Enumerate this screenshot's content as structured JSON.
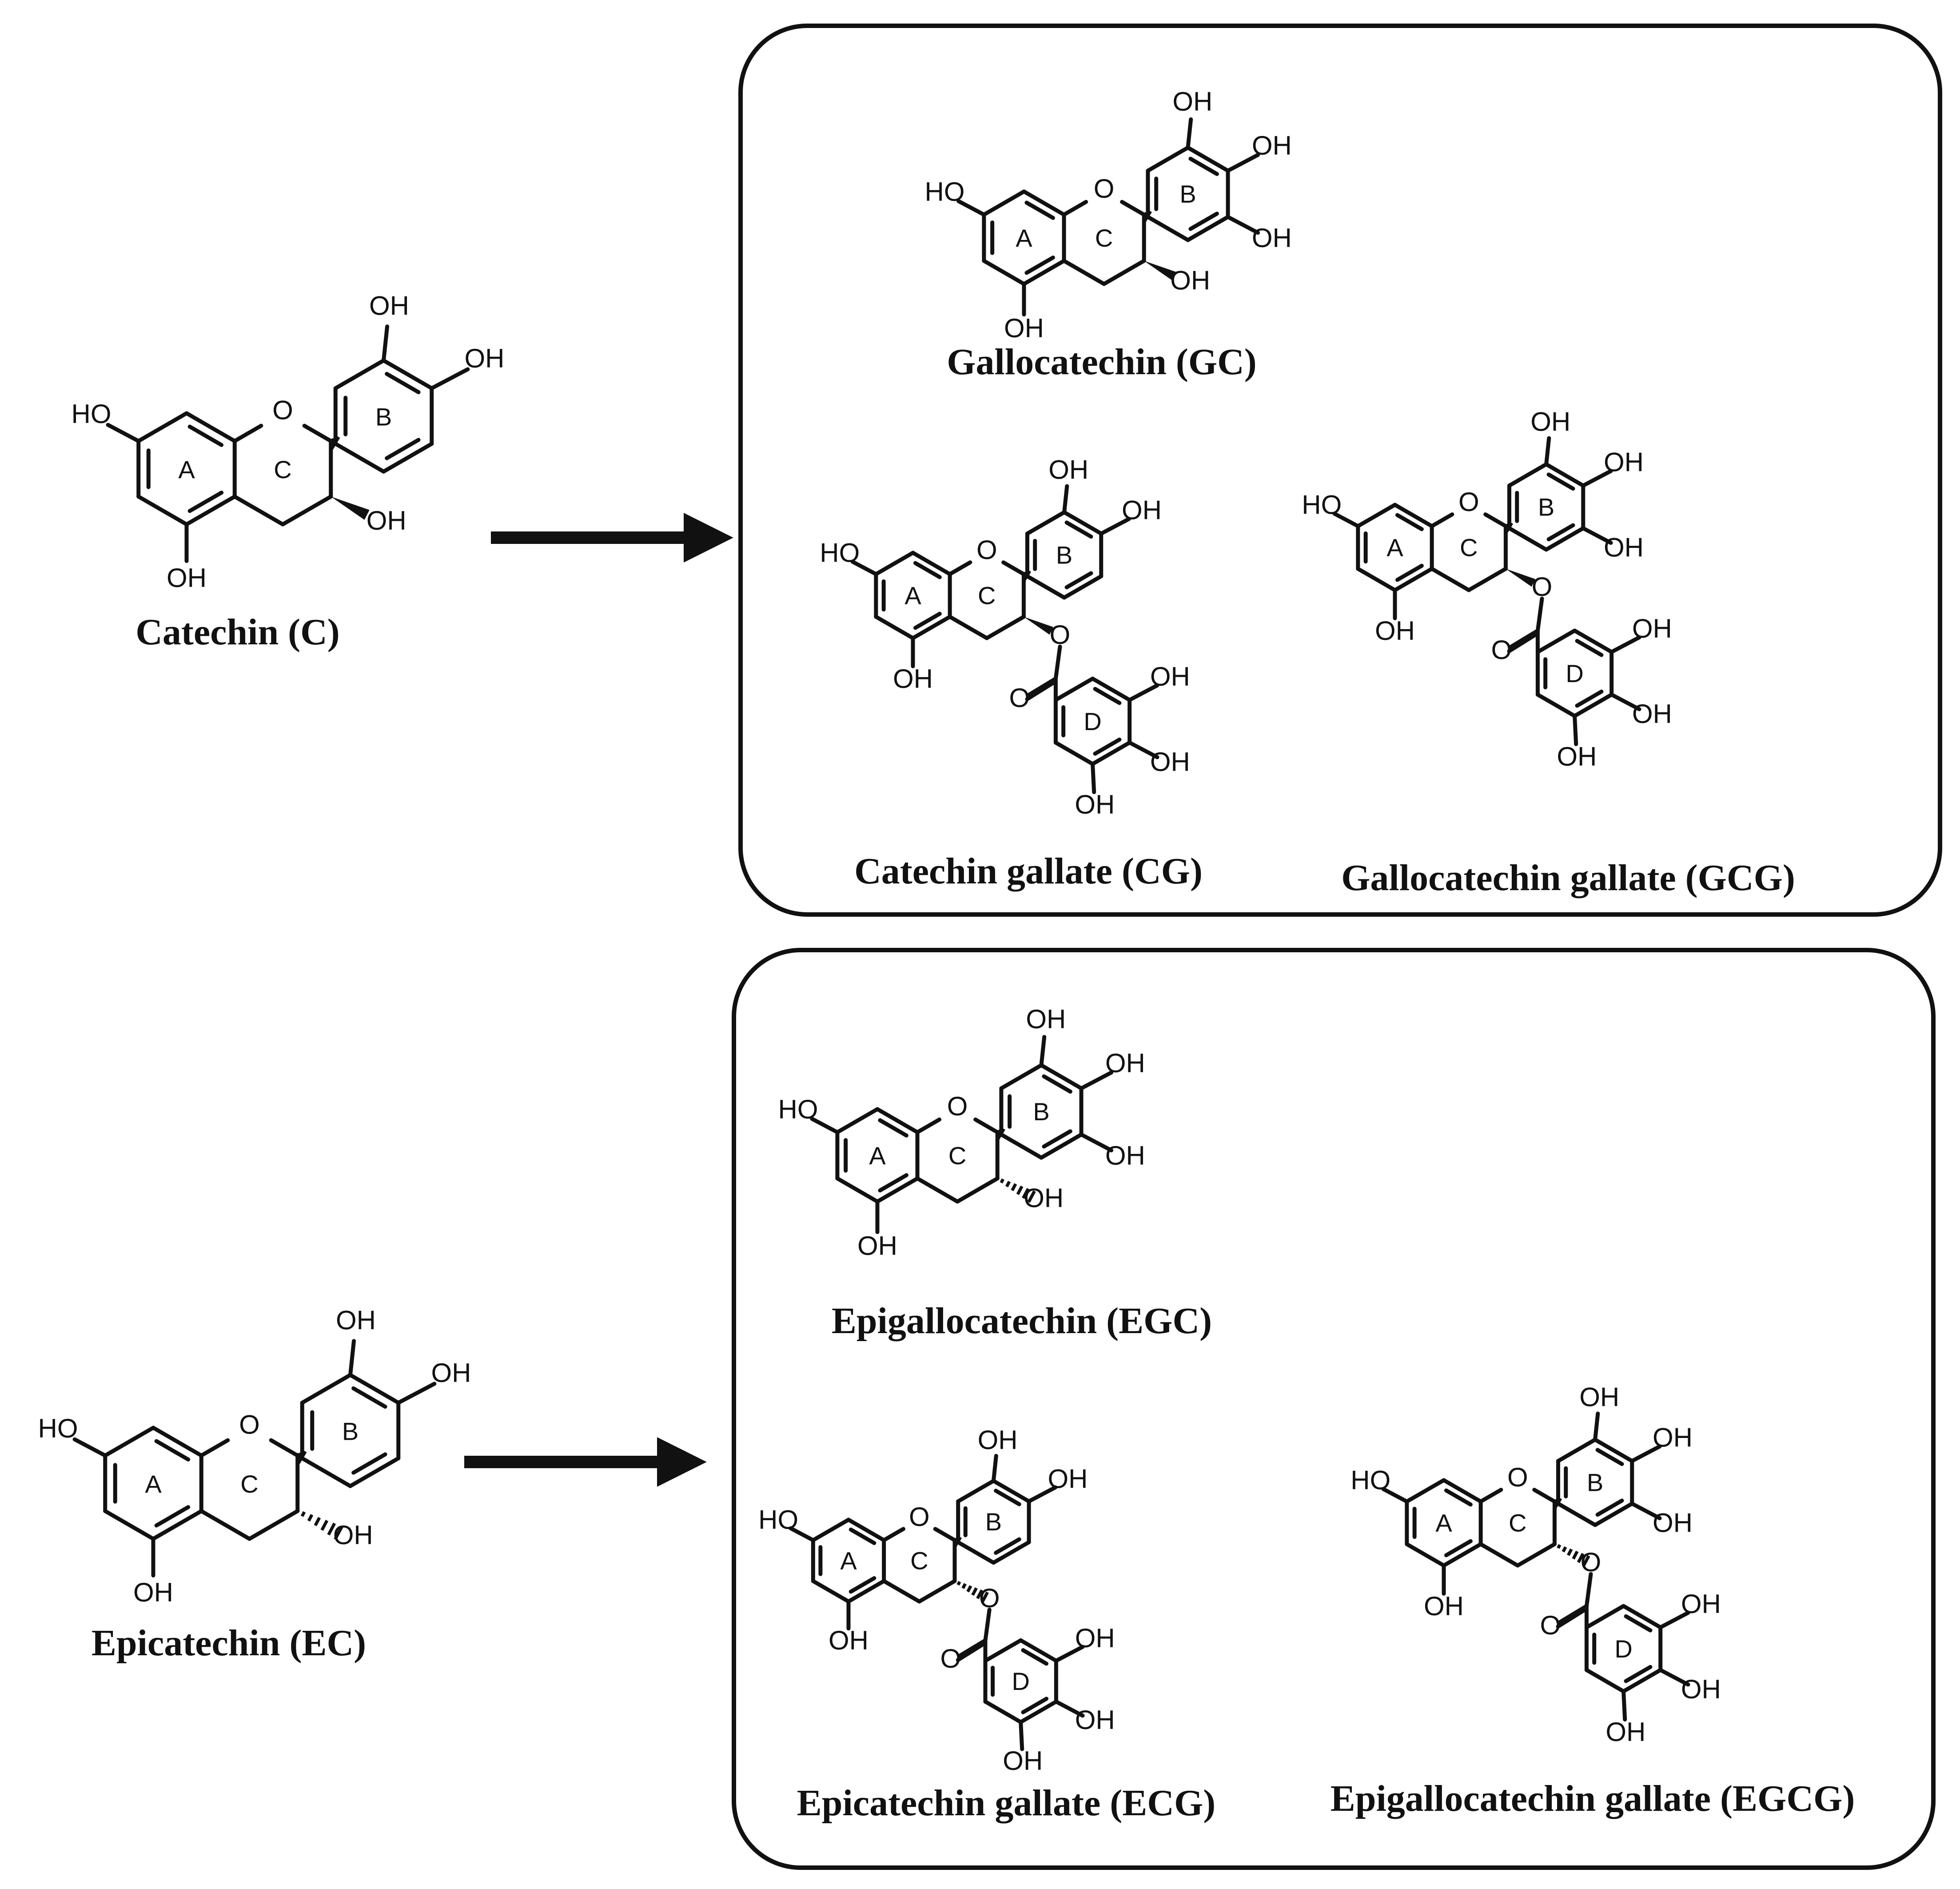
{
  "colors": {
    "ink": "#111111",
    "background": "#ffffff"
  },
  "labels": {
    "oh": "OH",
    "ho": "HO",
    "oxygen": "O",
    "ring_a": "A",
    "ring_b": "B",
    "ring_c": "C",
    "ring_d": "D"
  },
  "compounds": {
    "catechin": "Catechin (C)",
    "epicatechin": "Epicatechin (EC)",
    "gallocatechin": "Gallocatechin (GC)",
    "catechin_gallate": "Catechin gallate (CG)",
    "gallocatechin_gallate": "Gallocatechin gallate (GCG)",
    "epigallocatechin": "Epigallocatechin (EGC)",
    "epicatechin_gallate": "Epicatechin gallate (ECG)",
    "epigallocatechin_gallate": "Epigallocatechin gallate (EGCG)"
  }
}
